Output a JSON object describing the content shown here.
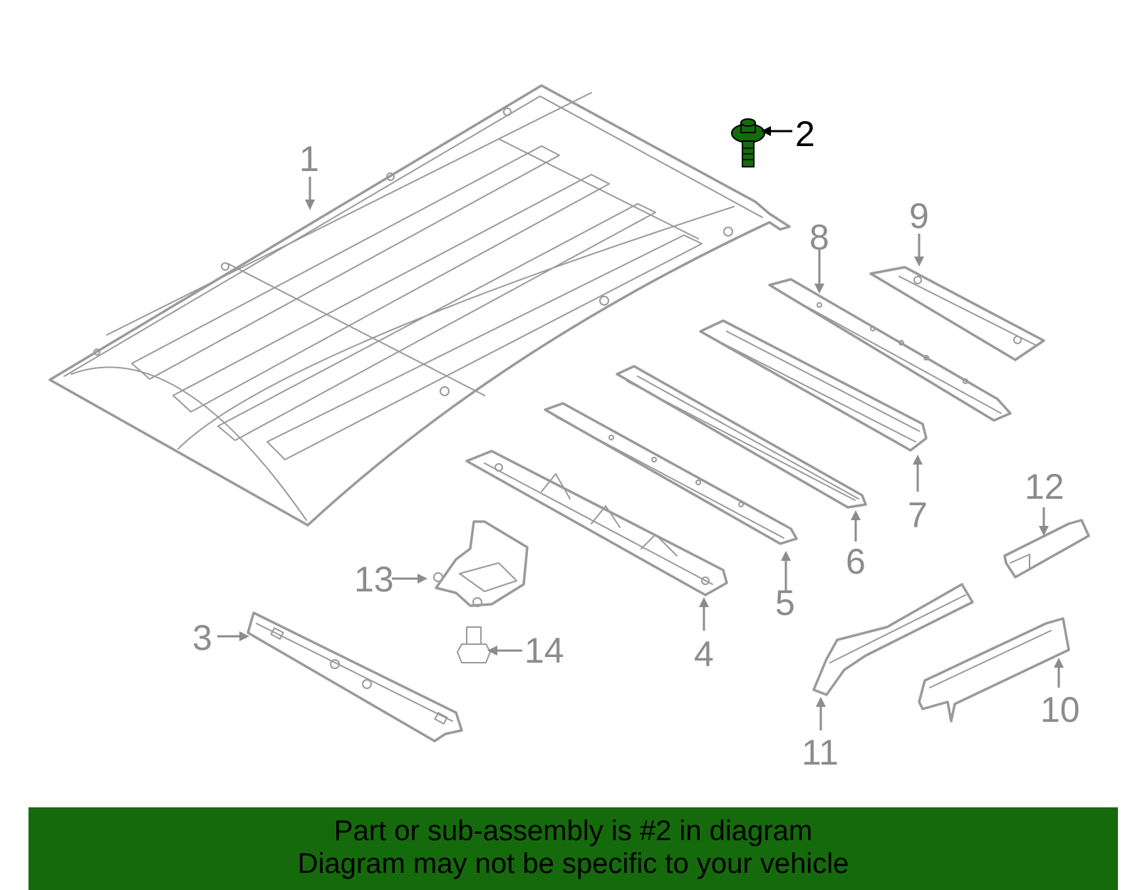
{
  "diagram": {
    "highlight_color": "#156b0c",
    "part_color": "#9a9a9a",
    "callouts": [
      {
        "id": "c1",
        "label": "1"
      },
      {
        "id": "c2",
        "label": "2",
        "highlighted": true
      },
      {
        "id": "c3",
        "label": "3"
      },
      {
        "id": "c4",
        "label": "4"
      },
      {
        "id": "c5",
        "label": "5"
      },
      {
        "id": "c6",
        "label": "6"
      },
      {
        "id": "c7",
        "label": "7"
      },
      {
        "id": "c8",
        "label": "8"
      },
      {
        "id": "c9",
        "label": "9"
      },
      {
        "id": "c10",
        "label": "10"
      },
      {
        "id": "c11",
        "label": "11"
      },
      {
        "id": "c12",
        "label": "12"
      },
      {
        "id": "c13",
        "label": "13"
      },
      {
        "id": "c14",
        "label": "14"
      }
    ]
  },
  "banner": {
    "background": "#156b0c",
    "line1": "Part or sub-assembly is #2 in diagram",
    "line2": "Diagram may not be specific to your vehicle"
  }
}
